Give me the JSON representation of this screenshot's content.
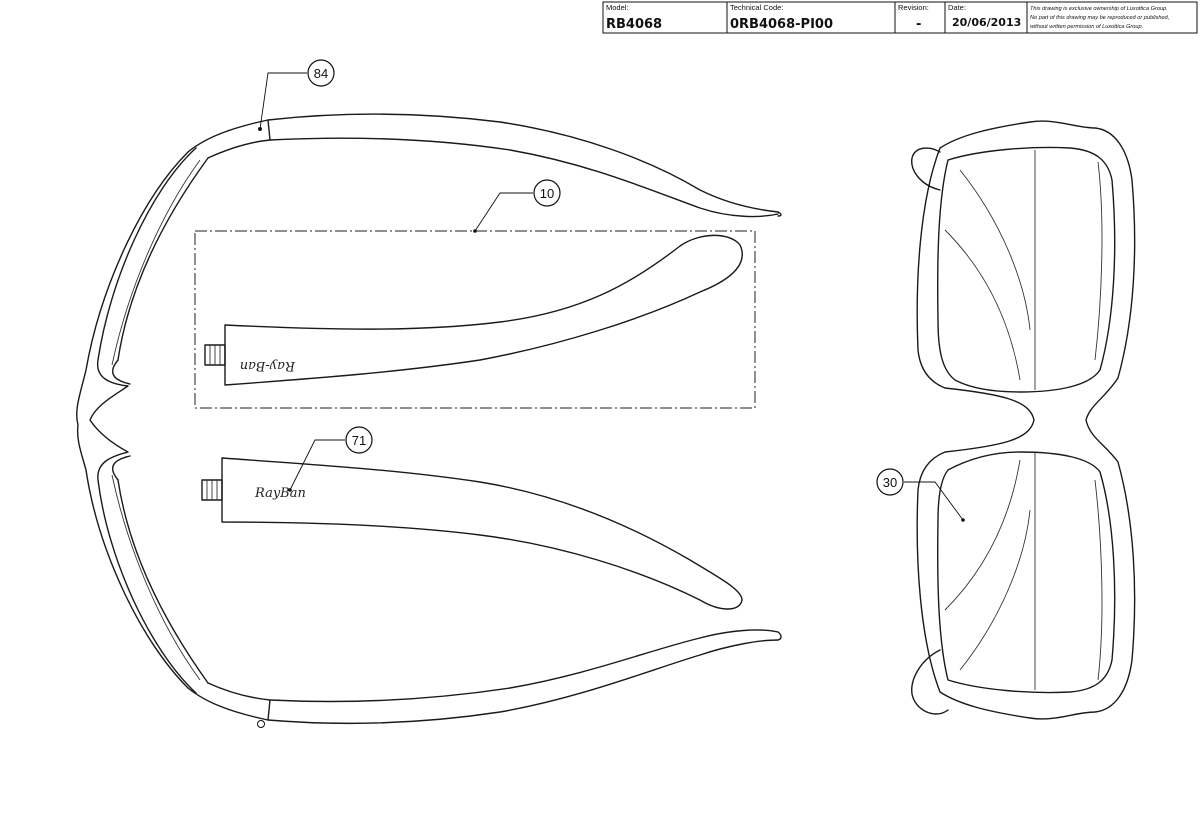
{
  "title_block": {
    "model_label": "Model:",
    "model_value": "RB4068",
    "code_label": "Technical Code:",
    "code_value": "0RB4068-PI00",
    "revision_label": "Revision:",
    "revision_value": "-",
    "date_label": "Date:",
    "date_value": "20/06/2013",
    "note_line1": "This drawing is exclusive ownership of Luxottica Group.",
    "note_line2": "No part of this drawing may be reproduced or published,",
    "note_line3": "without written permission of Luxottica Group."
  },
  "callouts": {
    "c84": "84",
    "c10": "10",
    "c71": "71",
    "c30": "30"
  },
  "temple_logo_flipped": "Ray-Ban",
  "temple_logo": "RayBan"
}
